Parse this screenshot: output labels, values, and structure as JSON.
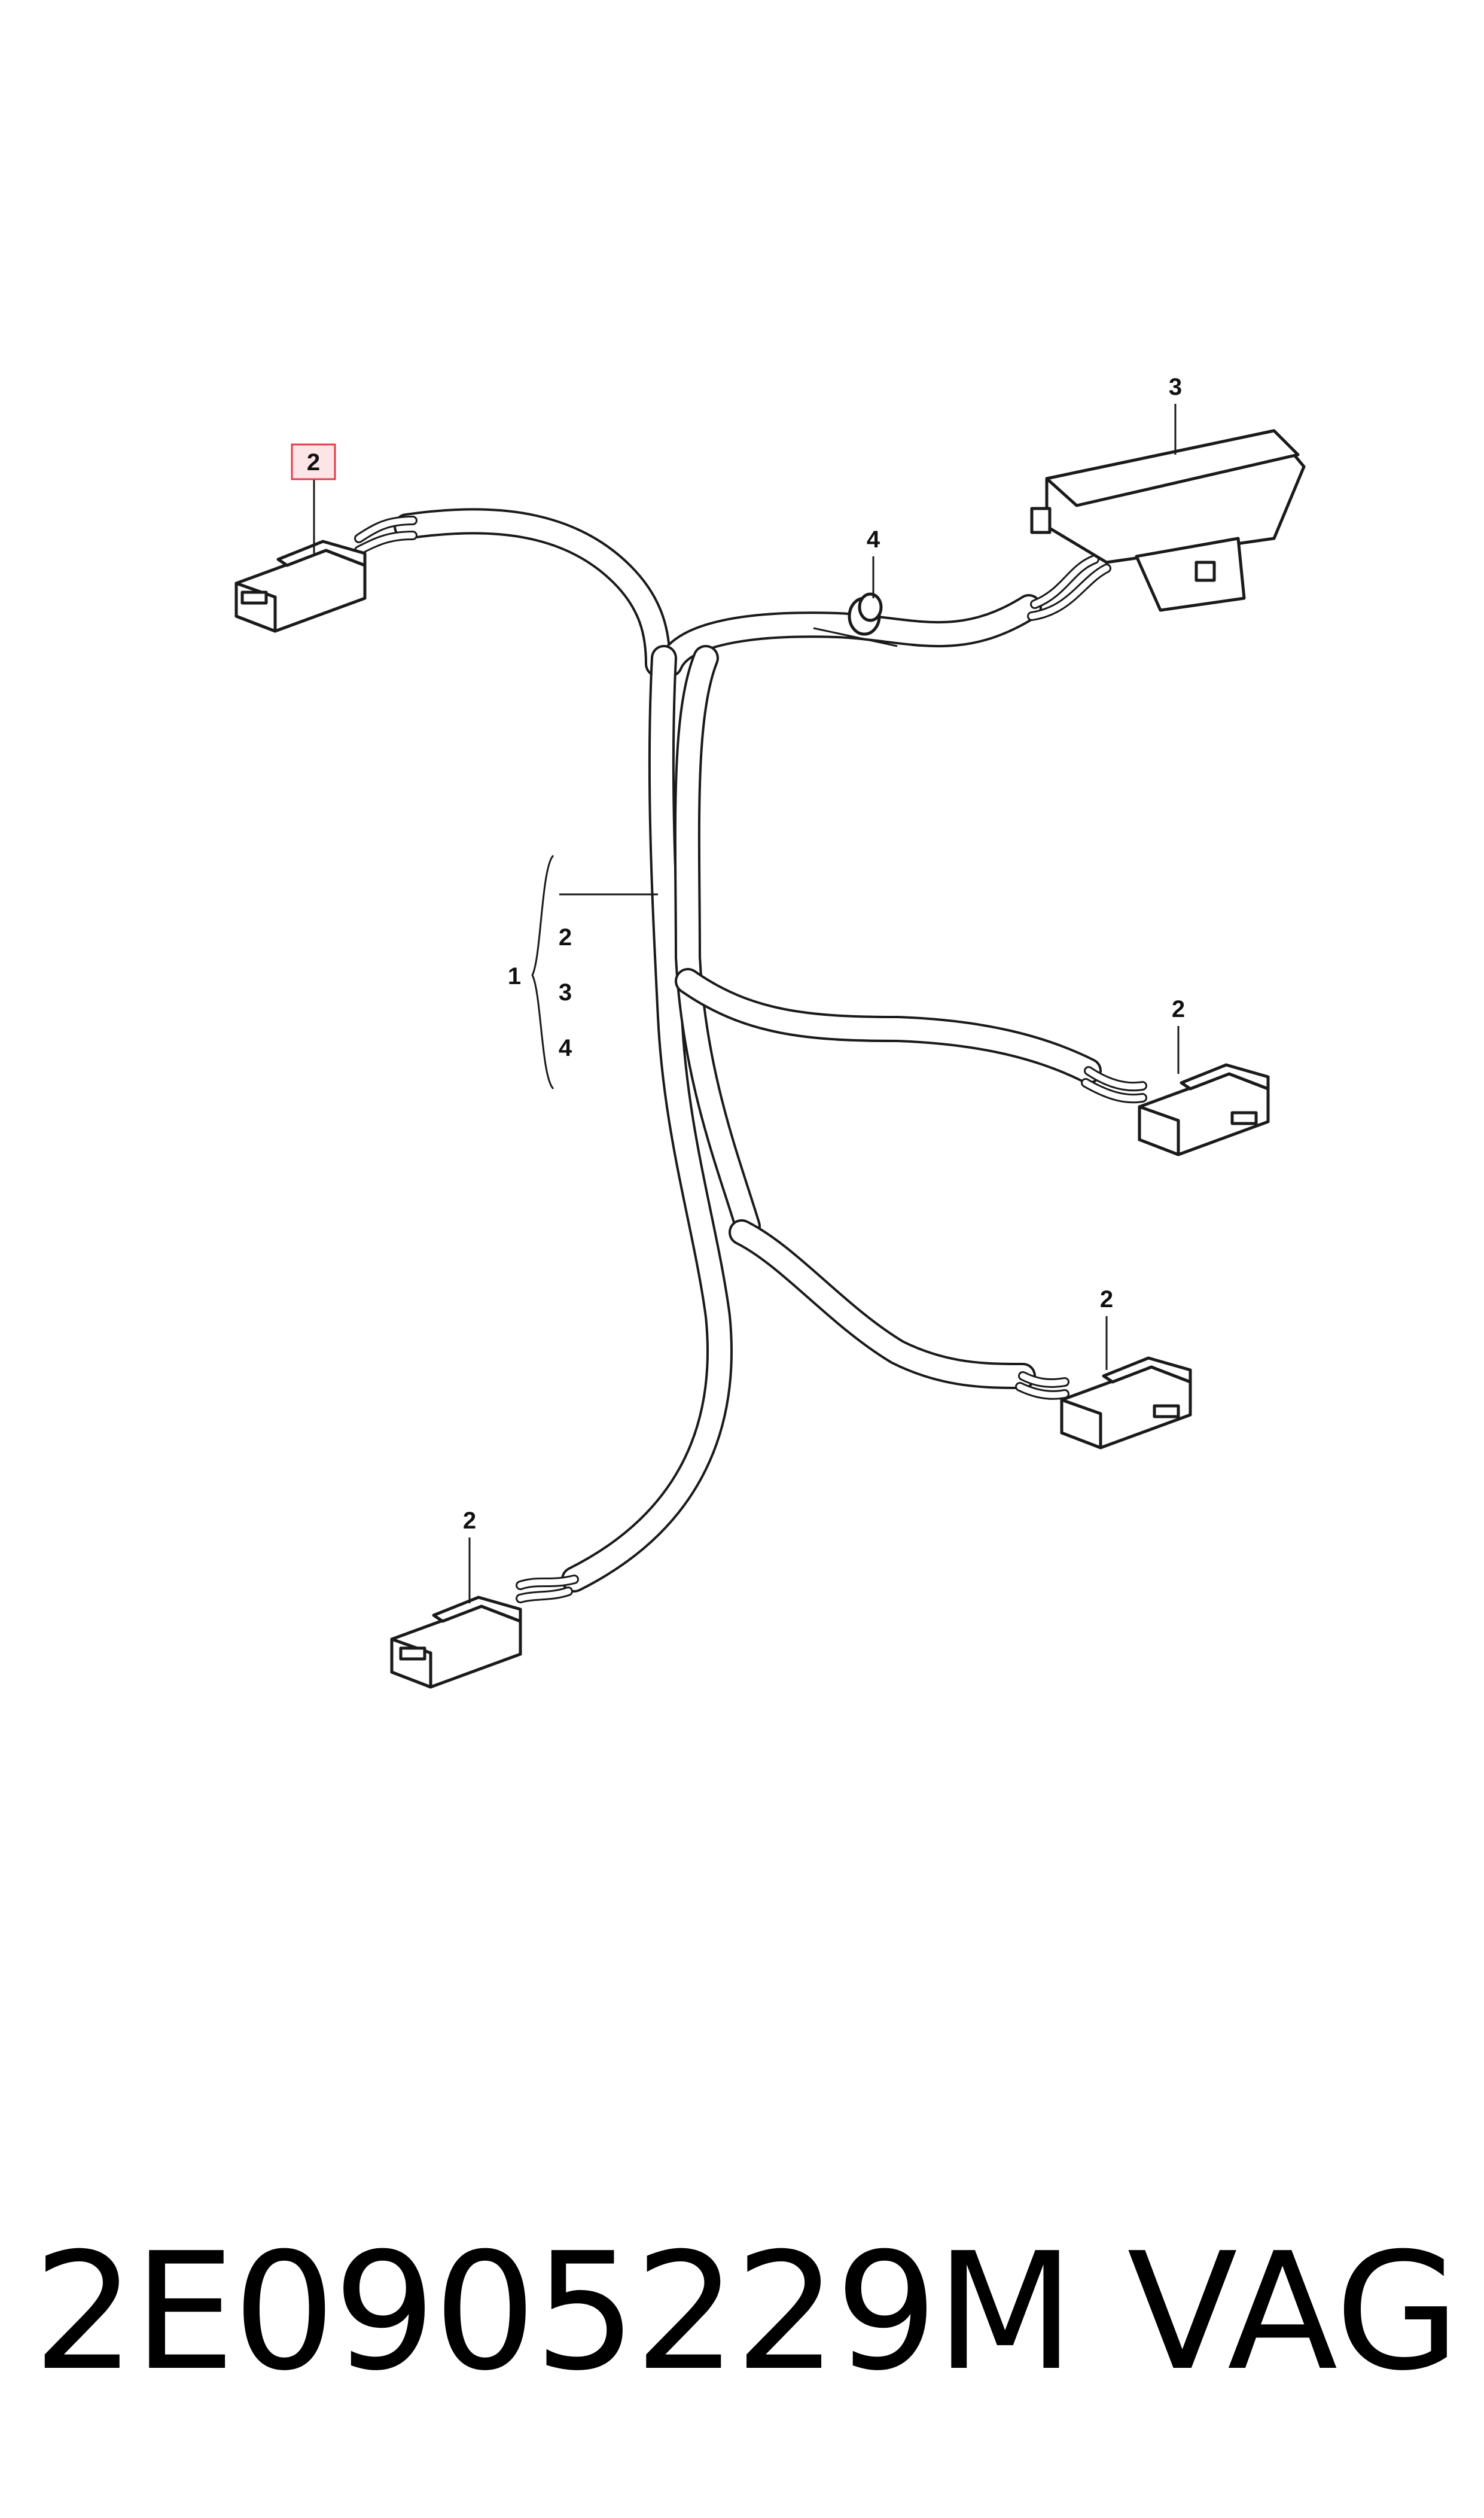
{
  "diagram": {
    "callouts": {
      "top_left": "2",
      "top_right_clip": "3",
      "grommet": "4",
      "harness": "1",
      "group_a": "2",
      "group_b": "3",
      "group_c": "4",
      "right_upper": "2",
      "right_lower": "2",
      "bottom_left": "2"
    },
    "highlight_color": "#e23b4a",
    "highlight_fill": "#fde4e6",
    "line_color": "#1a1a1a"
  },
  "footer": {
    "part_number": "2E0905229M",
    "brand": "VAG"
  }
}
